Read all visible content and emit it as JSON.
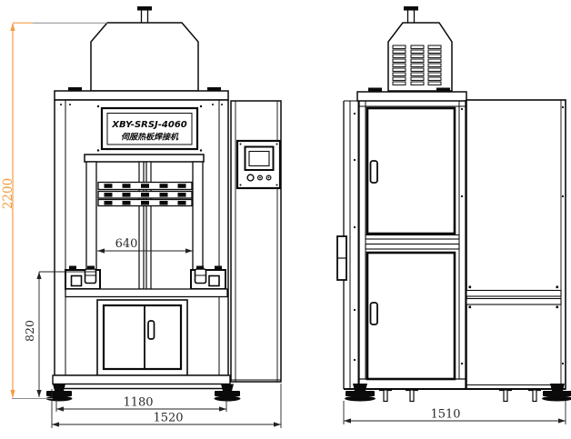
{
  "drawing": {
    "type": "engineering-drawing-two-views",
    "nameplate": {
      "model": "XBY-SRSJ-4060",
      "machine_name": "伺服热板焊接机"
    },
    "dimensions": {
      "overall_height": "2200",
      "table_height": "820",
      "platen_width": "640",
      "foot_spacing": "1180",
      "overall_width": "1520",
      "overall_depth": "1510"
    },
    "colors": {
      "line": "#0a0a0a",
      "highlight_dimension": "#F49D44",
      "extension_line": "#8c8c8c",
      "background": "#ffffff"
    }
  }
}
